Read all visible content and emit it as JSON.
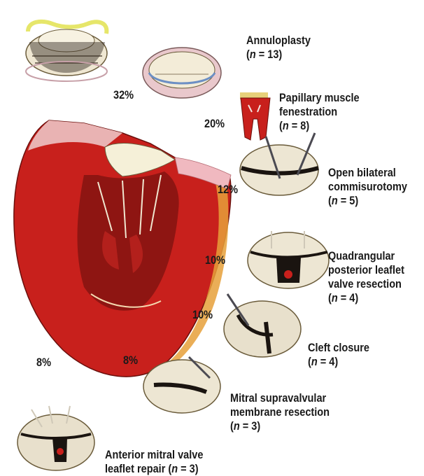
{
  "procedures": [
    {
      "name_lines": [
        "Annuloplasty"
      ],
      "n_line": "(n = 13)",
      "n": 13,
      "percent": "32%"
    },
    {
      "name_lines": [
        "Papillary muscle",
        "fenestration"
      ],
      "n_line": "(n = 8)",
      "n": 8,
      "percent": "20%"
    },
    {
      "name_lines": [
        "Open bilateral",
        "commisurotomy"
      ],
      "n_line": "(n = 5)",
      "n": 5,
      "percent": "12%"
    },
    {
      "name_lines": [
        "Quadrangular",
        "posterior leaflet",
        "valve resection"
      ],
      "n_line": "(n = 4)",
      "n": 4,
      "percent": "10%"
    },
    {
      "name_lines": [
        "Cleft closure"
      ],
      "n_line": "(n = 4)",
      "n": 4,
      "percent": "10%"
    },
    {
      "name_lines": [
        "Mitral supravalvular",
        "membrane resection"
      ],
      "n_line": "(n = 3)",
      "n": 3,
      "percent": "8%"
    },
    {
      "name_lines": [
        "Anterior mitral valve",
        "leaflet repair (n = 3)"
      ],
      "n_line": "",
      "n": 3,
      "percent": "8%"
    }
  ],
  "colors": {
    "myocardium": "#c8201c",
    "myocardium_dark": "#8e1512",
    "leaflet": "#f3ecd8",
    "ring_yellow": "#e6e66a",
    "ring_blue": "#6c8fc4",
    "text": "#1a1a1a"
  }
}
